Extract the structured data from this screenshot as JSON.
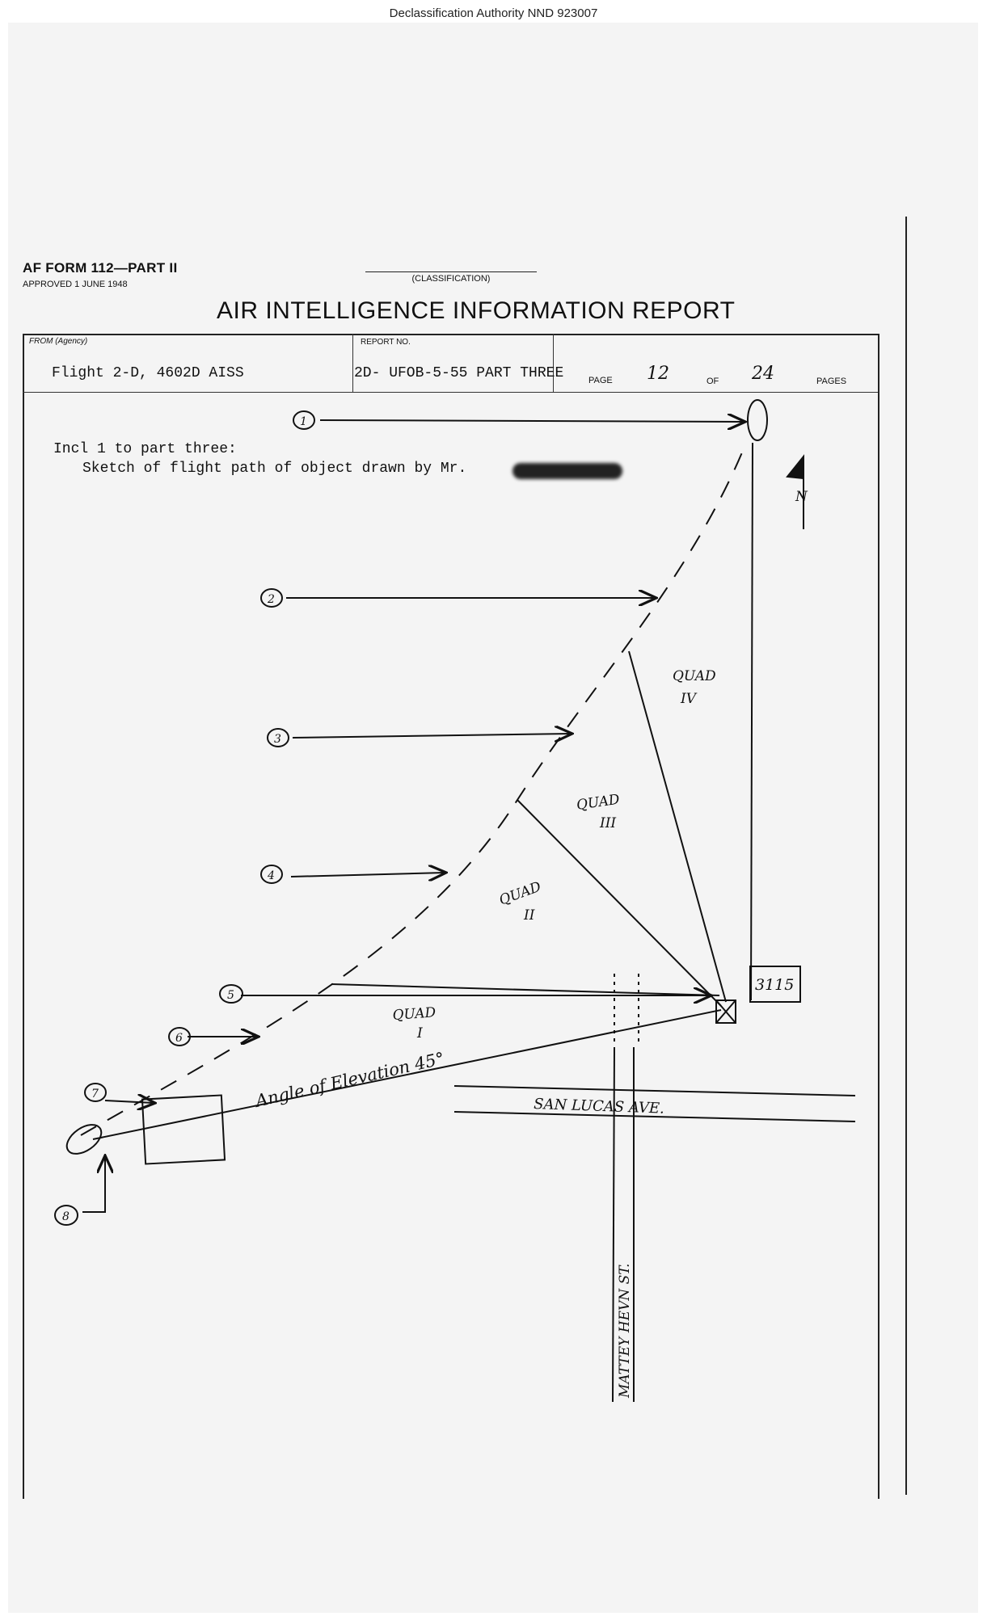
{
  "header": {
    "declassification": "Declassification Authority NND 923007",
    "form_id": "AF FORM 112—PART II",
    "form_approved": "APPROVED 1 JUNE 1948",
    "classification_label": "(CLASSIFICATION)",
    "report_title": "AIR INTELLIGENCE INFORMATION REPORT"
  },
  "fields": {
    "from_label": "FROM (Agency)",
    "from_value": "Flight 2-D, 4602D AISS",
    "report_no_label": "REPORT NO.",
    "report_no_value": "2D- UFOB-5-55 PART THREE",
    "page_label": "PAGE",
    "page_number": "12",
    "of_label": "OF",
    "page_total": "24",
    "pages_label": "PAGES"
  },
  "body": {
    "incl_line": "Incl 1 to part three:",
    "sketch_line": "Sketch of flight path of object drawn by Mr."
  },
  "sketch": {
    "position_labels": [
      "1",
      "2",
      "3",
      "4",
      "5",
      "6",
      "7",
      "8"
    ],
    "quadrants": [
      {
        "word": "QUAD",
        "numeral": "I"
      },
      {
        "word": "QUAD",
        "numeral": "II"
      },
      {
        "word": "QUAD",
        "numeral": "III"
      },
      {
        "word": "QUAD",
        "numeral": "IV"
      }
    ],
    "elevation_label": "Angle of Elevation 45°",
    "street_horizontal": "SAN LUCAS AVE.",
    "street_vertical": "MATTEY HEVN ST.",
    "house_number": "3115",
    "north_label": "N"
  }
}
